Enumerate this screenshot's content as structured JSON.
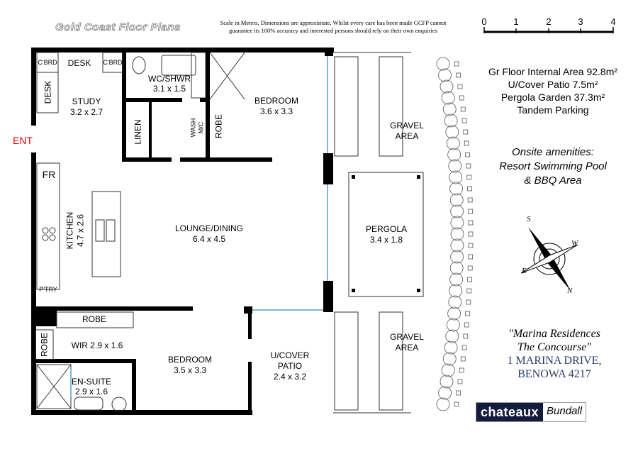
{
  "header": {
    "logo_text": "Gold Coast Floor Plans",
    "disclaimer_line1": "Scale in Meters, Dimensions are approximate, Whilst every care has been made GCFP cannot",
    "disclaimer_line2": "guarantee its 100% accuracy and interested persons should rely on their own enquiries"
  },
  "scale_bar": {
    "ticks": [
      "0",
      "1",
      "2",
      "3",
      "4"
    ]
  },
  "areas": {
    "internal": "Gr Floor Internal Area 92.8m²",
    "patio": "U/Cover Patio 7.5m²",
    "pergola": "Pergola Garden 37.3m²",
    "parking": "Tandem Parking"
  },
  "amenities": {
    "title": "Onsite amenities:",
    "line1": "Resort Swimming Pool",
    "line2": "& BBQ Area"
  },
  "address": {
    "name1": "\"Marina Residences",
    "name2": "The Concourse\"",
    "street": "1 MARINA DRIVE,",
    "suburb": "BENOWA 4217"
  },
  "brand": {
    "name": "chateaux",
    "office": "Bundall"
  },
  "compass": {
    "letters": [
      "S",
      "W",
      "E",
      "N"
    ]
  },
  "rooms": {
    "entry": "ENT",
    "cbrd1": "C'BRD",
    "desk_top": "DESK",
    "cbrd2": "C'BRD",
    "desk_side": "DESK",
    "study": "STUDY",
    "study_dim": "3.2 x 2.7",
    "wc": "WC/SHWR",
    "wc_dim": "3.1 x 1.5",
    "linen": "LINEN",
    "wash": "WASH",
    "mc": "M/C",
    "robe1": "ROBE",
    "bed1": "BEDROOM",
    "bed1_dim": "3.6 x 3.3",
    "fr": "FR",
    "kitchen": "KITCHEN",
    "kitchen_dim": "4.7 x 2.6",
    "pantry": "P'TRY",
    "lounge": "LOUNGE/DINING",
    "lounge_dim": "6.4 x 4.5",
    "robe2": "ROBE",
    "robe3": "ROBE",
    "wir": "WIR 2.9 x 1.6",
    "bed2": "BEDROOM",
    "bed2_dim": "3.5 x 3.3",
    "ensuite": "EN-SUITE",
    "ensuite_dim": "2.9 x 1.6",
    "patio": "U/COVER",
    "patio2": "PATIO",
    "patio_dim": "2.4 x 3.2",
    "gravel1": "GRAVEL",
    "gravel1b": "AREA",
    "pergola": "PERGOLA",
    "pergola_dim": "3.4 x 1.8",
    "gravel2": "GRAVEL",
    "gravel2b": "AREA"
  },
  "colors": {
    "entry": "#e00000",
    "brand_bg": "#141c3c",
    "address": "#2a3d66",
    "glass": "#7fb8d8"
  }
}
